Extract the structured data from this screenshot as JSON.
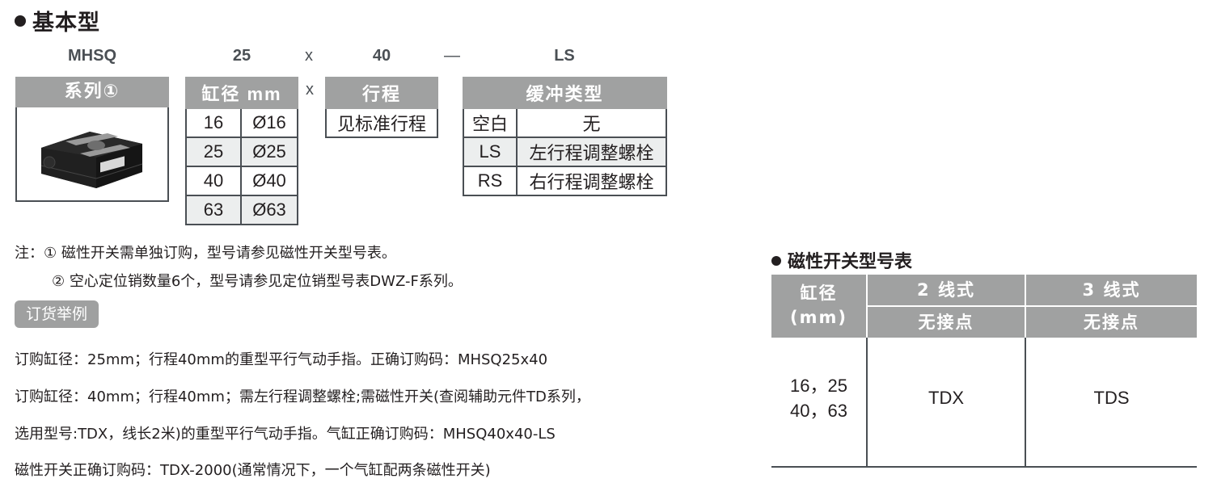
{
  "title": "基本型",
  "order_code": {
    "series": "MHSQ",
    "bore": "25",
    "sep1": "x",
    "stroke": "40",
    "sep2": "—",
    "cushion": "LS"
  },
  "series_table": {
    "header": "系列①",
    "image_alt": "parallel gripper cylinder product photo"
  },
  "bore_table": {
    "header": "缸径 mm",
    "rows": [
      {
        "code": "16",
        "value": "Ø16"
      },
      {
        "code": "25",
        "value": "Ø25"
      },
      {
        "code": "40",
        "value": "Ø40"
      },
      {
        "code": "63",
        "value": "Ø63"
      }
    ]
  },
  "x_between": "x",
  "stroke_table": {
    "header": "行程",
    "value": "见标准行程"
  },
  "cushion_table": {
    "header": "缓冲类型",
    "rows": [
      {
        "code": "空白",
        "value": "无"
      },
      {
        "code": "LS",
        "value": "左行程调整螺栓"
      },
      {
        "code": "RS",
        "value": "右行程调整螺栓"
      }
    ]
  },
  "notes": {
    "line1": "注：① 磁性开关需单独订购，型号请参见磁性开关型号表。",
    "line2": "② 空心定位销数量6个，型号请参见定位销型号表DWZ-F系列。"
  },
  "order_example": {
    "badge": "订货举例",
    "lines": [
      "订购缸径：25mm；行程40mm的重型平行气动手指。正确订购码：MHSQ25x40",
      "订购缸径：40mm；行程40mm；需左行程调整螺栓;需磁性开关(查阅辅助元件TD系列，",
      "选用型号:TDX，线长2米)的重型平行气动手指。气缸正确订购码：MHSQ40x40-LS",
      "磁性开关正确订购码：TDX-2000(通常情况下，一个气缸配两条磁性开关)"
    ]
  },
  "switch_table": {
    "title": "磁性开关型号表",
    "col_bore_line1": "缸径",
    "col_bore_line2": "(mm)",
    "col2_top": "2 线式",
    "col2_sub": "无接点",
    "col3_top": "3 线式",
    "col3_sub": "无接点",
    "bore_line1": "16，25",
    "bore_line2": "40，63",
    "model_2wire": "TDX",
    "model_3wire": "TDS"
  },
  "colors": {
    "header_gray": "#a0a1a1",
    "border": "#4a4f54",
    "alt_row": "#eceeee",
    "text": "#231f20"
  }
}
